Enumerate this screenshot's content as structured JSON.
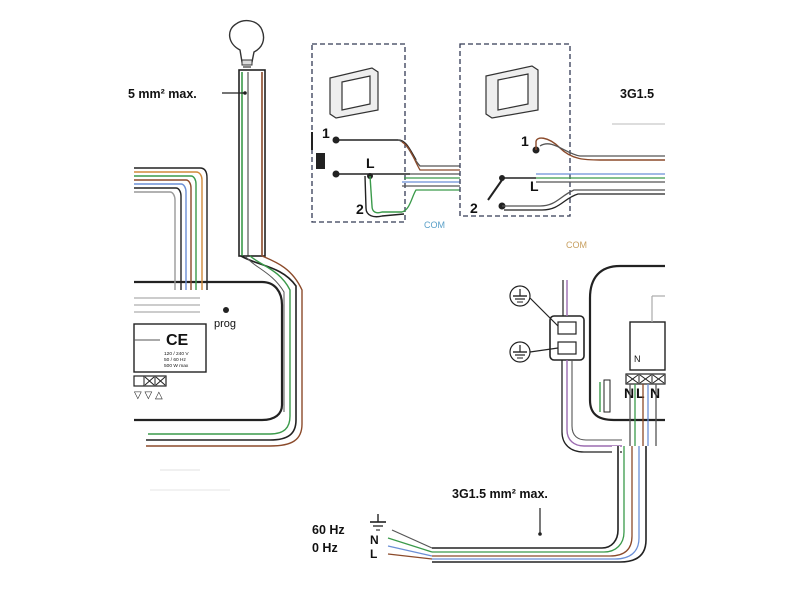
{
  "labels": {
    "lamp_cable": "5 mm² max.",
    "right_cable_top": "3G1.5",
    "main_cable": "3G1.5 mm² max.",
    "freq_a": "60 Hz",
    "freq_b": "0 Hz",
    "neutral": "N",
    "line": "L",
    "sw1_terminal_1": "1",
    "sw1_terminal_2": "2",
    "sw1_terminal_l": "L",
    "sw2_terminal_1": "1",
    "sw2_terminal_2": "2",
    "sw2_terminal_l": "L",
    "com_left": "COM",
    "com_right": "COM",
    "prog": "prog",
    "ce": "CE",
    "left_terminal_marks": "▽ ▽ △",
    "left_module_spec_1": "120 / 240 V",
    "left_module_spec_2": "50 / 60 Hz",
    "left_module_spec_3": "500 W max",
    "right_terminal_n": "N",
    "right_terminal_l": "L",
    "right_terminal_n2": "N",
    "right_block_top": "N"
  },
  "colors": {
    "wire_green": "#3a9a4a",
    "wire_brown": "#8b4a2a",
    "wire_blue": "#6b8fd6",
    "wire_purple": "#9b6bb0",
    "wire_orange": "#d08a3a",
    "wire_gray": "#555555",
    "dash": "#333a55",
    "com_left_color": "#5aa0c8",
    "com_right_color": "#c8a060"
  }
}
